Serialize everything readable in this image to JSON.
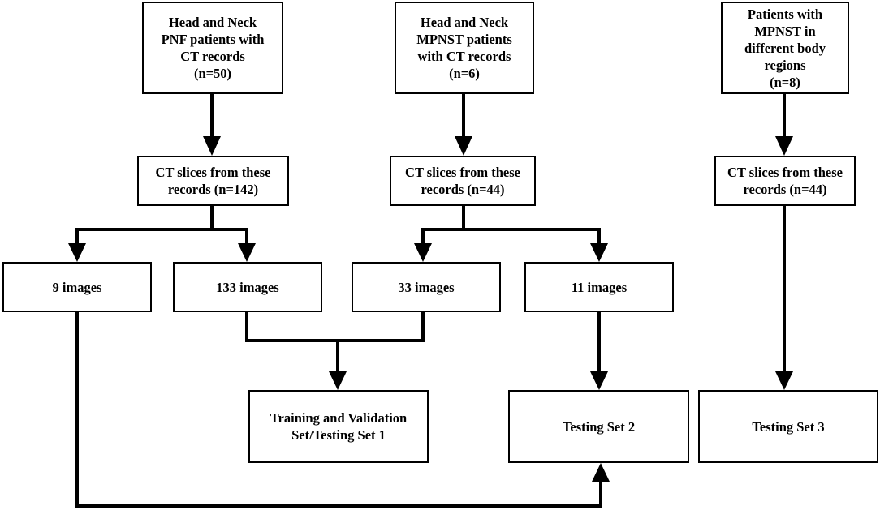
{
  "nodes": {
    "pnf_patients": "Head and Neck\nPNF patients with\nCT records\n(n=50)",
    "mpnst_patients": "Head and Neck\nMPNST patients\nwith CT records\n(n=6)",
    "other_patients": "Patients with\nMPNST in\ndifferent body\nregions\n(n=8)",
    "pnf_slices": "CT slices from these\nrecords (n=142)",
    "mpnst_slices": "CT slices from these\nrecords (n=44)",
    "other_slices": "CT slices from these\nrecords (n=44)",
    "img_9": "9 images",
    "img_133": "133 images",
    "img_33": "33 images",
    "img_11": "11 images",
    "training_set": "Training and Validation\nSet/Testing Set 1",
    "testing_set_2": "Testing Set 2",
    "testing_set_3": "Testing Set 3"
  }
}
